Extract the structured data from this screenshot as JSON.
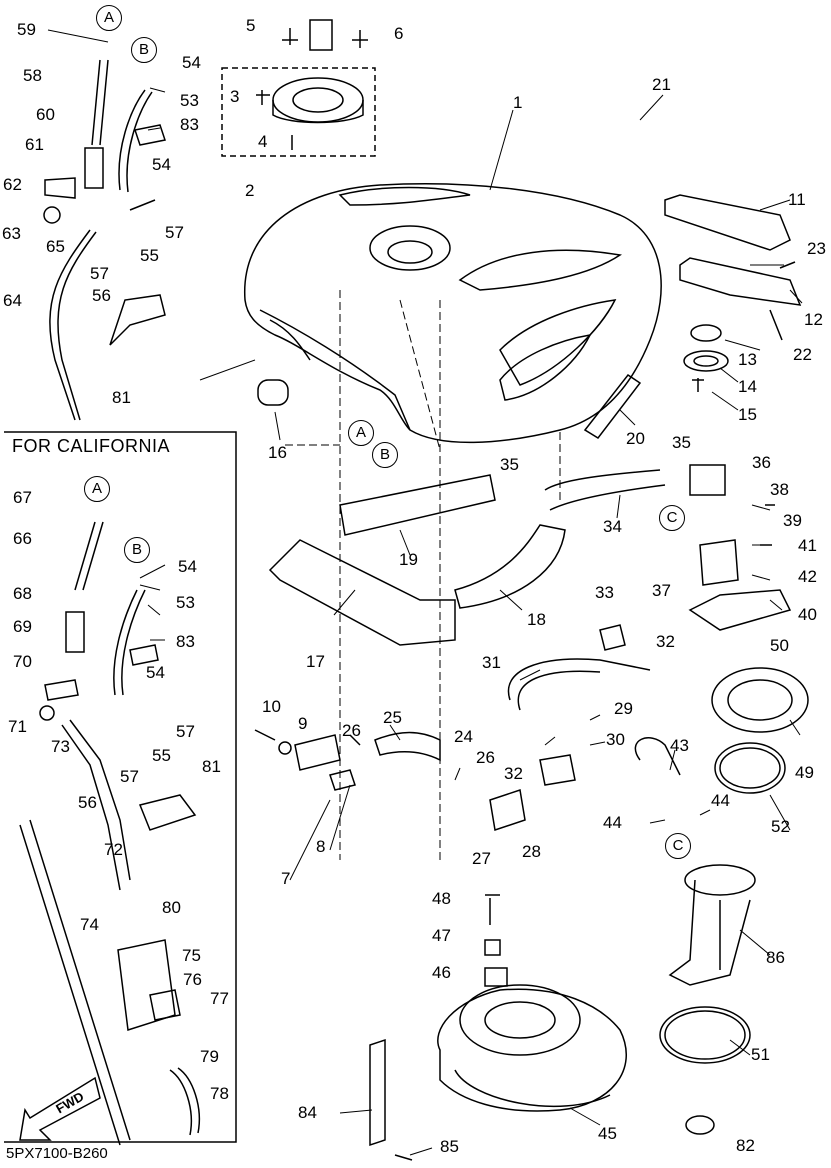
{
  "diagram": {
    "code": "5PX7100-B260",
    "california_box_title": "FOR CALIFORNIA",
    "fwd_label": "FWD",
    "line_color": "#000000",
    "background": "#ffffff"
  },
  "callouts": [
    "A",
    "B",
    "C"
  ],
  "parts": [
    "1",
    "2",
    "3",
    "4",
    "5",
    "6",
    "7",
    "8",
    "9",
    "10",
    "11",
    "12",
    "13",
    "14",
    "15",
    "16",
    "17",
    "18",
    "19",
    "20",
    "21",
    "22",
    "23",
    "24",
    "25",
    "26",
    "27",
    "28",
    "29",
    "30",
    "31",
    "32",
    "33",
    "34",
    "35",
    "36",
    "37",
    "38",
    "39",
    "40",
    "41",
    "42",
    "43",
    "44",
    "45",
    "46",
    "47",
    "48",
    "49",
    "50",
    "51",
    "52",
    "53",
    "54",
    "55",
    "56",
    "57",
    "58",
    "59",
    "60",
    "61",
    "62",
    "63",
    "64",
    "65",
    "66",
    "67",
    "68",
    "69",
    "70",
    "71",
    "72",
    "73",
    "74",
    "75",
    "76",
    "77",
    "78",
    "79",
    "80",
    "81",
    "82",
    "83",
    "84",
    "85",
    "86"
  ]
}
